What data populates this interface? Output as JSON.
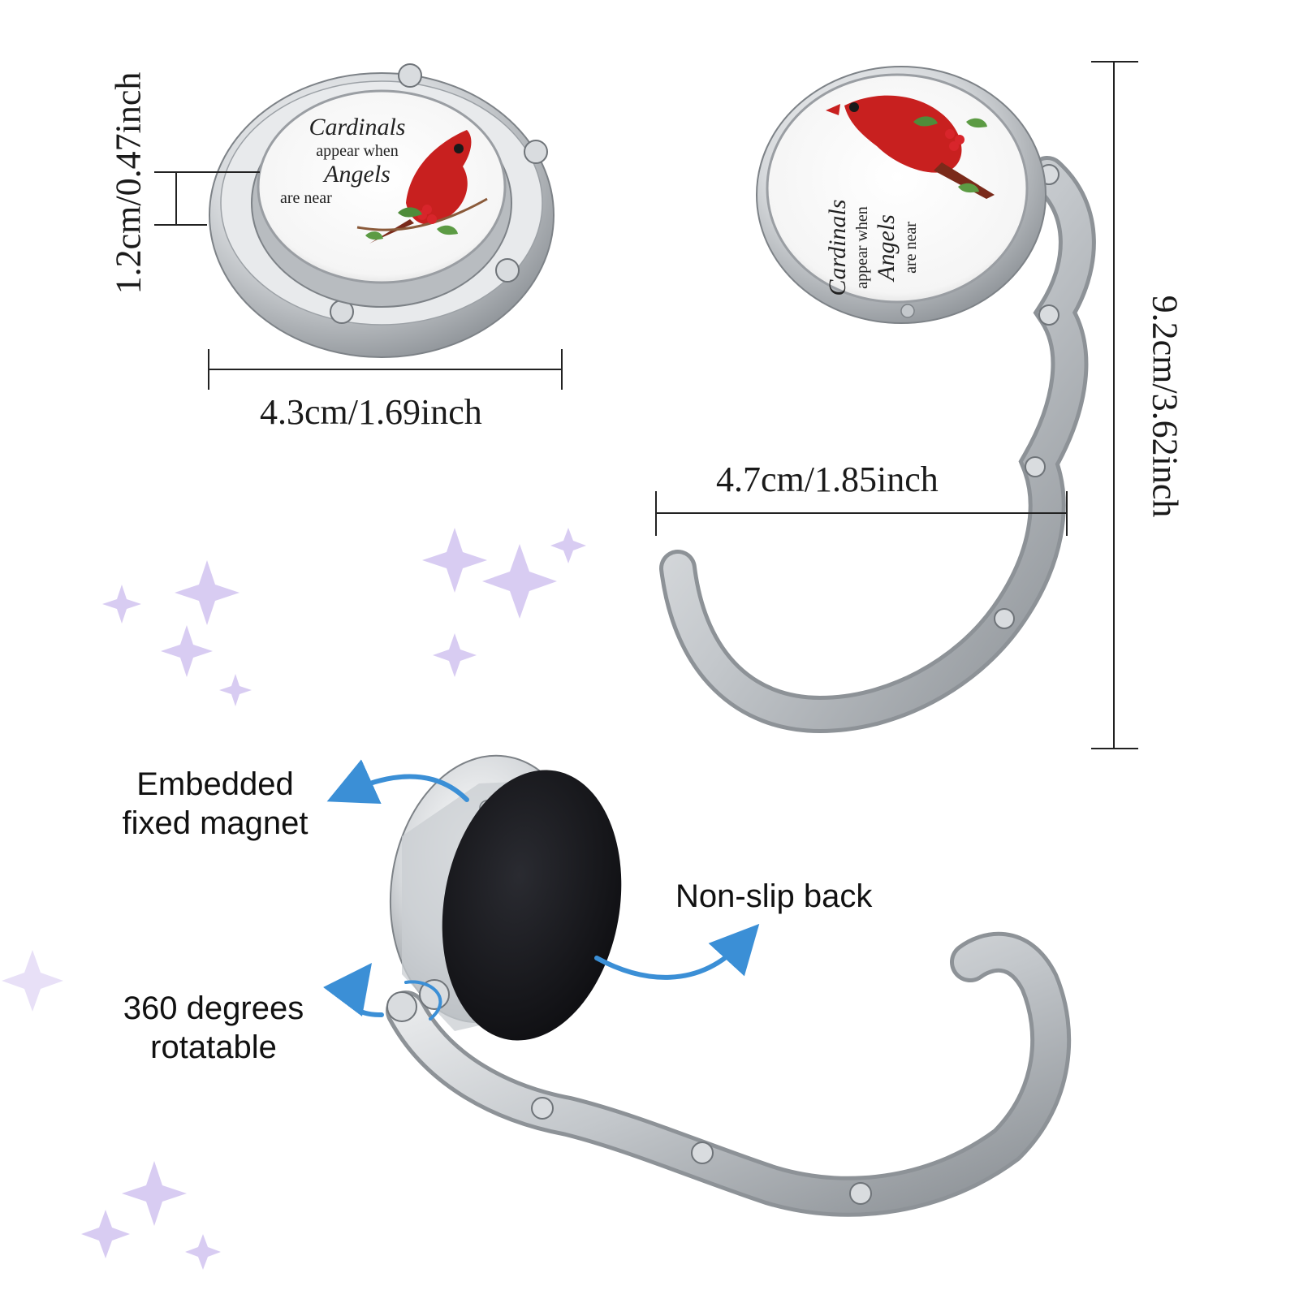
{
  "product": {
    "face_text": {
      "line1": "Cardinals",
      "line2": "appear when",
      "line3": "Angels",
      "line4": "are near"
    }
  },
  "dimensions": {
    "height": "1.2cm/0.47inch",
    "diameter": "4.3cm/1.69inch",
    "width_open": "4.7cm/1.85inch",
    "length_open": "9.2cm/3.62inch"
  },
  "features": {
    "magnet": "Embedded\nfixed magnet",
    "back": "Non-slip back",
    "rotate": "360 degrees\nrotatable"
  },
  "colors": {
    "silver": "#c9cdd1",
    "silver_dark": "#8d9297",
    "cardinal_red": "#c8201f",
    "arrow_blue": "#3b8fd6",
    "back_black": "#141418",
    "sparkle_purple": "#b9a3e8"
  }
}
